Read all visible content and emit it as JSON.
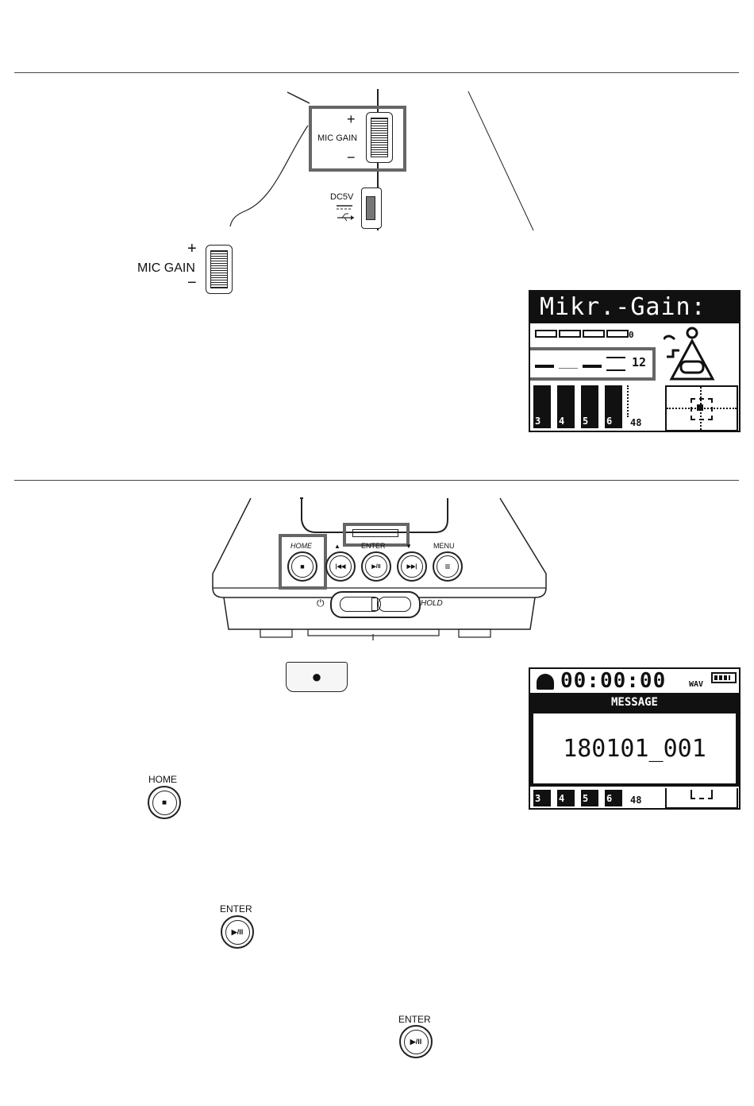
{
  "section1": {
    "device": {
      "mic_gain_label": "MIC GAIN",
      "plus": "+",
      "minus": "−",
      "dc_label": "DC5V"
    },
    "callout": {
      "plus": "+",
      "mic_gain_label": "MIC GAIN",
      "minus": "−"
    },
    "lcd": {
      "title": "Mikr.-Gain: 80",
      "meter_top_label": "0",
      "meter_mid_label": "12",
      "meter_bottom_label": "48",
      "channels": [
        "3",
        "4",
        "5",
        "6"
      ]
    }
  },
  "section2": {
    "device": {
      "home_label": "HOME",
      "enter_label": "ENTER",
      "menu_label": "MENU",
      "hold_label": "HOLD",
      "up_glyph": "▲",
      "down_glyph": "▼",
      "stop_glyph": "■",
      "prev_glyph": "|◀◀",
      "play_glyph": "▶/II",
      "next_glyph": "▶▶|",
      "menu_glyph": "≡",
      "power_glyph": "⏻"
    },
    "record_button": {
      "glyph": "●"
    },
    "home_button": {
      "label": "HOME",
      "glyph": "■"
    },
    "enter_button_1": {
      "label": "ENTER",
      "glyph": "▶/II"
    },
    "enter_button_2": {
      "label": "ENTER",
      "glyph": "▶/II"
    },
    "lcd": {
      "time": "00:00:00",
      "status_right": "WAV",
      "message_header": "MESSAGE",
      "file_name": "180101_001",
      "channels": [
        "3",
        "4",
        "5",
        "6"
      ],
      "meter_bottom_label": "48"
    }
  }
}
